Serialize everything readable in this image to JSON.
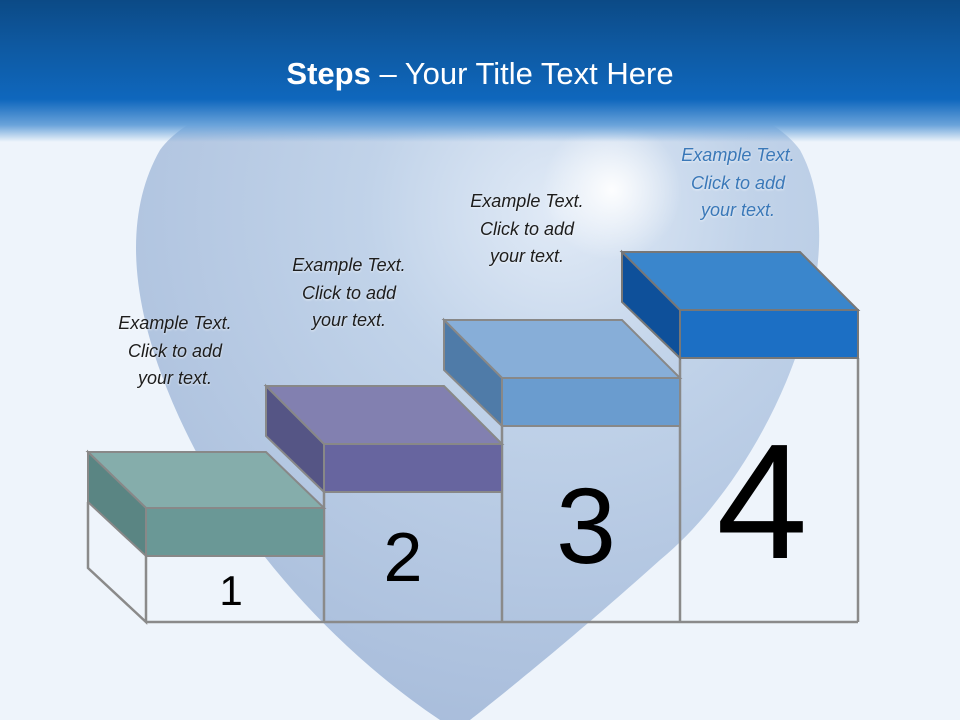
{
  "header": {
    "title_bold": "Steps",
    "title_rest": " – Your Title Text Here",
    "bar_color": "#0f67bd"
  },
  "steps": [
    {
      "number": "1",
      "color": "#6e9c99",
      "caption": [
        "Example Text.",
        "Click  to add",
        "your text."
      ]
    },
    {
      "number": "2",
      "color": "#6a66a0",
      "caption": [
        "Example Text.",
        "Click  to add",
        "your text."
      ]
    },
    {
      "number": "3",
      "color": "#6b9ccf",
      "caption": [
        "Example Text.",
        "Click  to add",
        "your text."
      ]
    },
    {
      "number": "4",
      "color": "#1f70c4",
      "caption": [
        "Example Text.",
        "Click  to add",
        "your text."
      ]
    }
  ]
}
